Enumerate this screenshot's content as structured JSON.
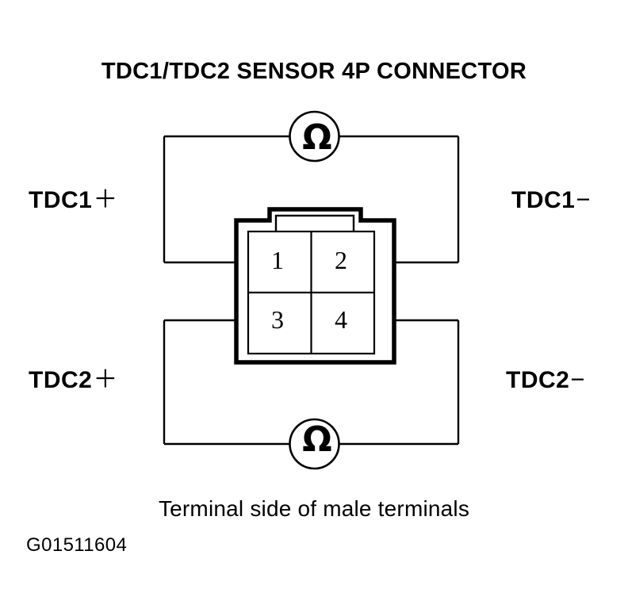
{
  "figure": {
    "title": "TDC1/TDC2 SENSOR 4P CONNECTOR",
    "caption": "Terminal side of male terminals",
    "figure_id": "G01511604",
    "background_color": "#ffffff",
    "line_color": "#000000"
  },
  "connector": {
    "type": "4P connector",
    "terminals": [
      {
        "number": "1",
        "position": "top-left"
      },
      {
        "number": "2",
        "position": "top-right"
      },
      {
        "number": "3",
        "position": "bottom-left"
      },
      {
        "number": "4",
        "position": "bottom-right"
      }
    ]
  },
  "labels": {
    "tdc1_plus": {
      "name": "TDC1",
      "sign": "＋"
    },
    "tdc1_minus": {
      "name": "TDC1",
      "sign": "−"
    },
    "tdc2_plus": {
      "name": "TDC2",
      "sign": "＋"
    },
    "tdc2_minus": {
      "name": "TDC2",
      "sign": "−"
    }
  },
  "meters": [
    {
      "id": "ohmmeter-top",
      "symbol": "Ω",
      "measures": "TDC1 circuit",
      "between": [
        "1",
        "2"
      ]
    },
    {
      "id": "ohmmeter-bottom",
      "symbol": "Ω",
      "measures": "TDC2 circuit",
      "between": [
        "3",
        "4"
      ]
    }
  ],
  "circuits": [
    {
      "name": "TDC1",
      "from_terminal": "1",
      "to_terminal": "2",
      "meter": "ohmmeter-top"
    },
    {
      "name": "TDC2",
      "from_terminal": "3",
      "to_terminal": "4",
      "meter": "ohmmeter-bottom"
    }
  ]
}
